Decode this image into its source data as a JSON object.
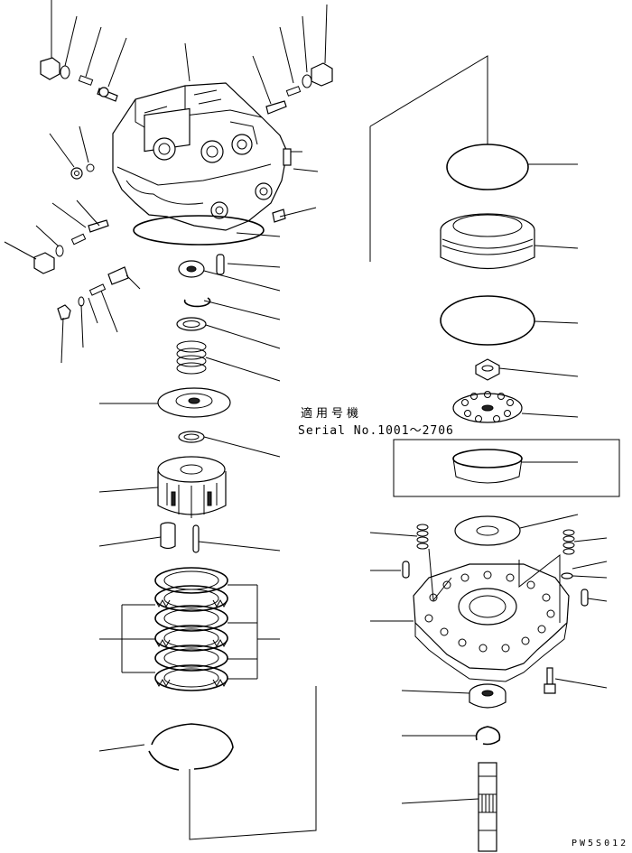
{
  "serial_note": {
    "japanese": "適用号機",
    "range": "Serial No.1001～2706"
  },
  "figure_code": "PW5S012"
}
